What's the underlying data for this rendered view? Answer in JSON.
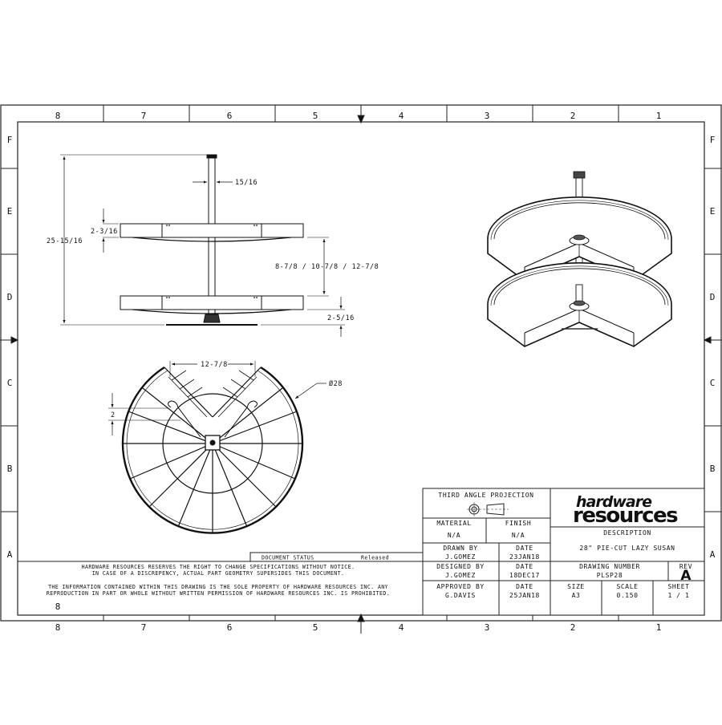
{
  "frame": {
    "columns_top": [
      "8",
      "7",
      "6",
      "5",
      "4",
      "3",
      "2",
      "1"
    ],
    "columns_bottom": [
      "8",
      "7",
      "6",
      "5",
      "4",
      "3",
      "2",
      "1"
    ],
    "rows_left": [
      "F",
      "E",
      "D",
      "C",
      "B",
      "A"
    ],
    "rows_right": [
      "F",
      "E",
      "D",
      "C",
      "B",
      "A"
    ]
  },
  "views": {
    "front": {
      "dim_total_height": "25-15/16",
      "dim_pole_diameter": "15/16",
      "dim_shelf_thickness": "2-3/16",
      "dim_shelf_spacing": "8-7/8 / 10-7/8 / 12-7/8",
      "dim_base_clearance": "2-5/16"
    },
    "top": {
      "dim_opening_width": "12-7/8",
      "dim_diameter": "Ø28",
      "dim_bracket": "2"
    },
    "isometric": {
      "label": "isometric-view"
    }
  },
  "notes": {
    "document_status_label": "DOCUMENT STATUS",
    "document_status_value": "Released",
    "line1": "HARDWARE RESOURCES RESERVES THE RIGHT TO CHANGE SPECIFICATIONS WITHOUT NOTICE.",
    "line2": "IN CASE OF A DISCREPENCY, ACTUAL PART GEOMETRY SUPERSIDES THIS DOCUMENT.",
    "line3": "THE INFORMATION CONTAINED WITHIN THIS DRAWING IS THE SOLE PROPERTY  OF HARDWARE RESOURCES INC. ANY",
    "line4": "REPRODUCTION IN PART OR WHOLE   WITHOUT WRITTEN PERMISSION OF HARDWARE RESOURCES INC. IS PROHIBITED."
  },
  "title_block": {
    "projection": "THIRD ANGLE PROJECTION",
    "material_label": "MATERIAL",
    "material_value": "N/A",
    "finish_label": "FINISH",
    "finish_value": "N/A",
    "drawn_by_label": "DRAWN BY",
    "drawn_by_value": "J.GOMEZ",
    "drawn_date_label": "DATE",
    "drawn_date_value": "23JAN18",
    "designed_by_label": "DESIGNED BY",
    "designed_by_value": "J.GOMEZ",
    "designed_date_label": "DATE",
    "designed_date_value": "18DEC17",
    "approved_by_label": "APPROVED BY",
    "approved_by_value": "G.DAVIS",
    "approved_date_label": "DATE",
    "approved_date_value": "25JAN18",
    "logo_line1": "hardware",
    "logo_line2": "resources",
    "description_label": "DESCRIPTION",
    "description_value": "28\" PIE-CUT LAZY SUSAN",
    "drawing_number_label": "DRAWING NUMBER",
    "drawing_number_value": "PLSP28",
    "rev_label": "REV",
    "rev_value": "A",
    "size_label": "SIZE",
    "size_value": "A3",
    "scale_label": "SCALE",
    "scale_value": "0.150",
    "sheet_label": "SHEET",
    "sheet_value": "1 / 1"
  }
}
